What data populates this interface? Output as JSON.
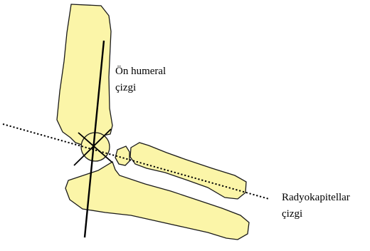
{
  "labels": {
    "anterior_humeral_line_l1": "Ön humeral",
    "anterior_humeral_line_l2": "çizgi",
    "radiocapitellar_line_l1": "Radyokapitellar",
    "radiocapitellar_line_l2": "çizgi"
  },
  "colors": {
    "bone_fill": "#fbf5a8",
    "bone_stroke": "#1a1a1a",
    "line": "#000000",
    "background": "#ffffff"
  }
}
